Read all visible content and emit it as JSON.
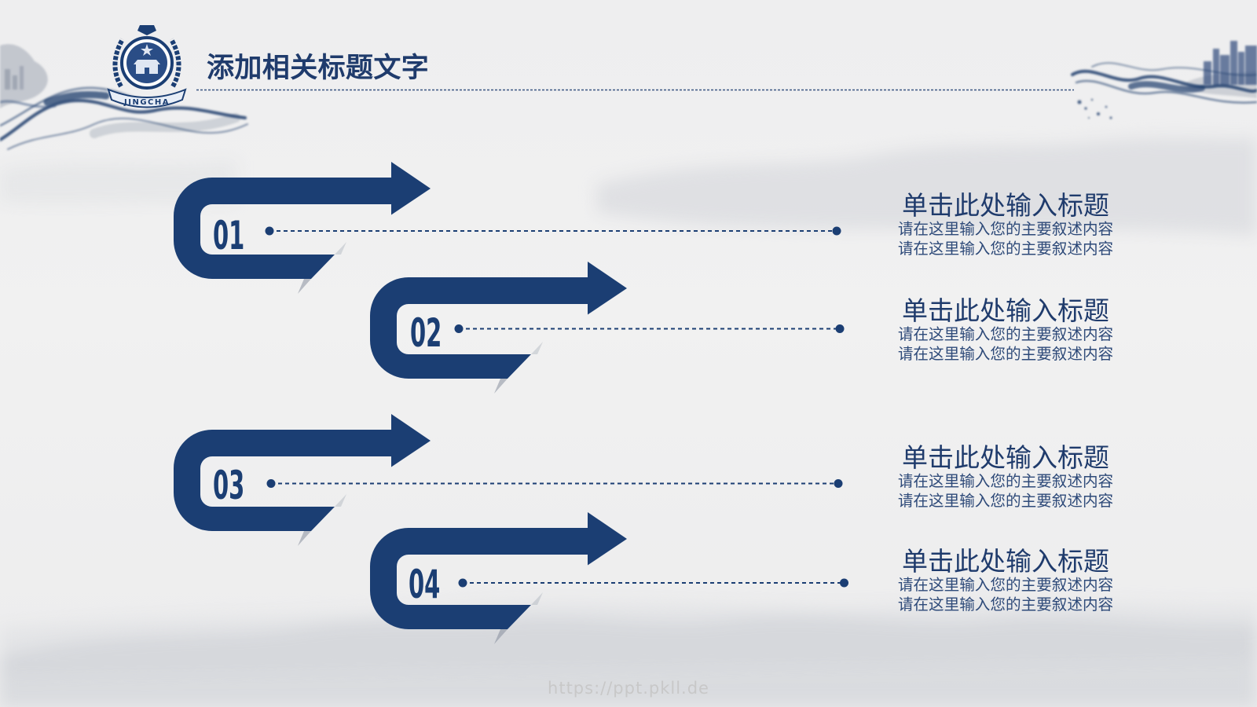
{
  "header": {
    "title": "添加相关标题文字",
    "emblem_text": "JINGCHA"
  },
  "items": [
    {
      "number": "01",
      "title": "单击此处输入标题",
      "lines": [
        "请在这里输入您的主要叙述内容",
        "请在这里输入您的主要叙述内容"
      ]
    },
    {
      "number": "02",
      "title": "单击此处输入标题",
      "lines": [
        "请在这里输入您的主要叙述内容",
        "请在这里输入您的主要叙述内容"
      ]
    },
    {
      "number": "03",
      "title": "单击此处输入标题",
      "lines": [
        "请在这里输入您的主要叙述内容",
        "请在这里输入您的主要叙述内容"
      ]
    },
    {
      "number": "04",
      "title": "单击此处输入标题",
      "lines": [
        "请在这里输入您的主要叙述内容",
        "请在这里输入您的主要叙述内容"
      ]
    }
  ],
  "watermark": "https://ppt.pkll.de",
  "colors": {
    "primary": "#1b3e73",
    "title": "#1f3b6c",
    "text": "#2e4a79",
    "watermark": "#c8c8c8"
  }
}
